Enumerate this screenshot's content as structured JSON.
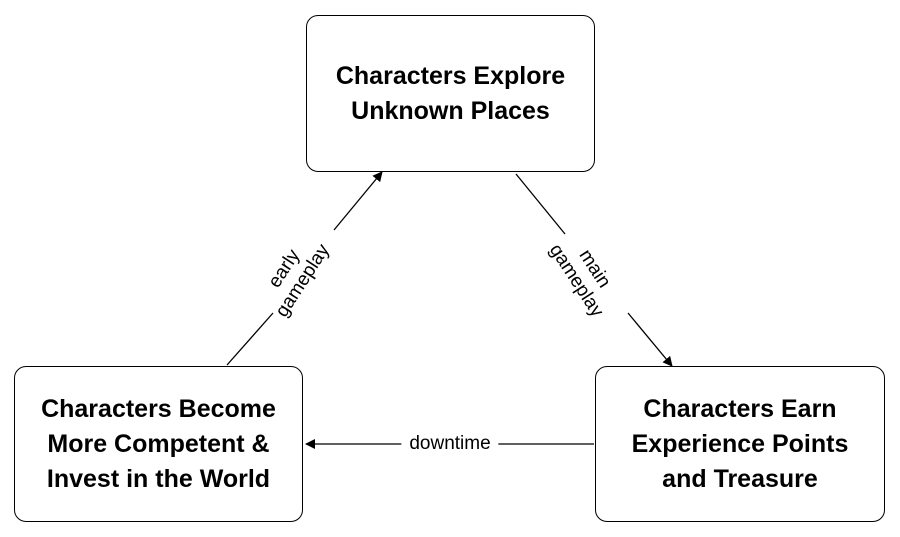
{
  "diagram": {
    "nodes": {
      "top": {
        "lines": [
          "Characters Explore",
          "Unknown Places"
        ]
      },
      "left": {
        "lines": [
          "Characters Become",
          "More Competent &",
          "Invest in the World"
        ]
      },
      "right": {
        "lines": [
          "Characters Earn",
          "Experience Points",
          "and Treasure"
        ]
      }
    },
    "edges": {
      "early": {
        "lines": [
          "early",
          "gameplay"
        ]
      },
      "main": {
        "lines": [
          "main",
          "gameplay"
        ]
      },
      "downtime": {
        "label": "downtime"
      }
    }
  }
}
